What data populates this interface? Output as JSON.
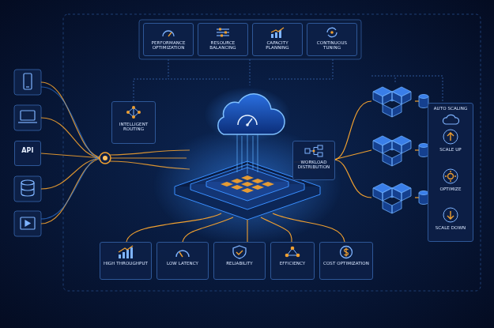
{
  "diagram": {
    "nodes": [
      {
        "text": [
          "PERFORMANCE OPTIMIZATION"
        ]
      },
      {
        "text": [
          "RESOURCE BALANCING"
        ]
      },
      {
        "text": [
          "CAPACITY PLANNING"
        ]
      },
      {
        "text": [
          "CONTINUOUS TUNING"
        ]
      },
      {
        "text": [
          "API"
        ]
      },
      {
        "text": [
          "INTELLIGENT ROUTING"
        ]
      },
      {
        "text": [
          "WORKLOAD DISTRIBUTION"
        ]
      },
      {
        "text": [
          "AUTO SCALING"
        ]
      },
      {
        "text": [
          "SCALE UP"
        ],
        "in": 7
      },
      {
        "text": [
          "OPTIMIZE"
        ],
        "in": 7
      },
      {
        "text": [
          "SCALE DOWN"
        ],
        "in": 7
      },
      {
        "text": [
          "HIGH THROUGHPUT"
        ]
      },
      {
        "text": [
          "LOW LATENCY"
        ]
      },
      {
        "text": [
          "RELIABILITY"
        ]
      },
      {
        "text": [
          "EFFICIENCY"
        ]
      },
      {
        "text": [
          "COST OPTIMIZATION"
        ]
      }
    ]
  }
}
